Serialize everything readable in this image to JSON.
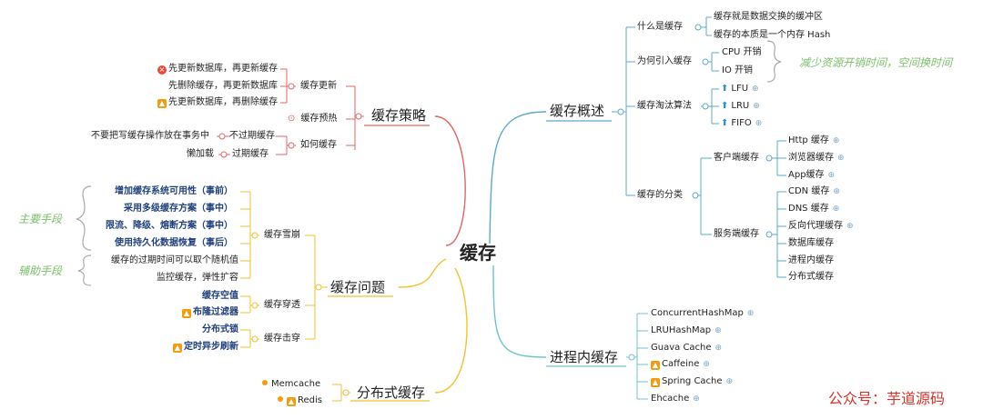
{
  "root": "缓存",
  "strategy": {
    "title": "缓存策略",
    "update": "缓存更新",
    "update_items": [
      "先更新数据库，再更新缓存",
      "先删除缓存，再更新数据库",
      "先更新数据库，再删除缓存"
    ],
    "prewarm": "缓存预热",
    "how": "如何缓存",
    "no_expire": "不过期缓存",
    "no_expire_item": "不要把写缓存操作放在事务中",
    "expire": "过期缓存",
    "expire_item": "懒加载"
  },
  "problems": {
    "title": "缓存问题",
    "avalanche": "缓存雪崩",
    "avalanche_items": [
      "增加缓存系统可用性（事前）",
      "采用多级缓存方案（事中）",
      "限流、降级、熔断方案（事中）",
      "使用持久化数据恢复（事后）",
      "缓存的过期时间可以取个随机值",
      "监控缓存，弹性扩容"
    ],
    "main_note": "主要手段",
    "aux_note": "辅助手段",
    "penetration": "缓存穿透",
    "penetration_items": [
      "缓存空值",
      "布隆过滤器"
    ],
    "breakdown": "缓存击穿",
    "breakdown_items": [
      "分布式锁",
      "定时异步刷新"
    ]
  },
  "distributed": {
    "title": "分布式缓存",
    "items": [
      "Memcache",
      "Redis"
    ]
  },
  "overview": {
    "title": "缓存概述",
    "what": "什么是缓存",
    "what_items": [
      "缓存就是数据交换的缓冲区",
      "缓存的本质是一个内存 Hash"
    ],
    "why": "为何引入缓存",
    "why_items": [
      "CPU 开销",
      "IO 开销"
    ],
    "why_note": "减少资源开销时间，空间换时间",
    "evict": "缓存淘汰算法",
    "evict_items": [
      "LFU",
      "LRU",
      "FIFO"
    ],
    "category": "缓存的分类",
    "client": "客户端缓存",
    "client_items": [
      "Http 缓存",
      "浏览器缓存",
      "App缓存"
    ],
    "server": "服务端缓存",
    "server_items": [
      "CDN 缓存",
      "DNS 缓存",
      "反向代理缓存",
      "数据库缓存",
      "进程内缓存",
      "分布式缓存"
    ]
  },
  "inproc": {
    "title": "进程内缓存",
    "items": [
      "ConcurrentHashMap",
      "LRUHashMap",
      "Guava Cache",
      "Caffeine",
      "Spring Cache",
      "Ehcache"
    ]
  },
  "watermark": "公众号：芋道源码",
  "colors": {
    "strategy": "#e06666",
    "problems": "#f1c232",
    "overview": "#5fa8c8",
    "inproc": "#6fc3c8"
  }
}
